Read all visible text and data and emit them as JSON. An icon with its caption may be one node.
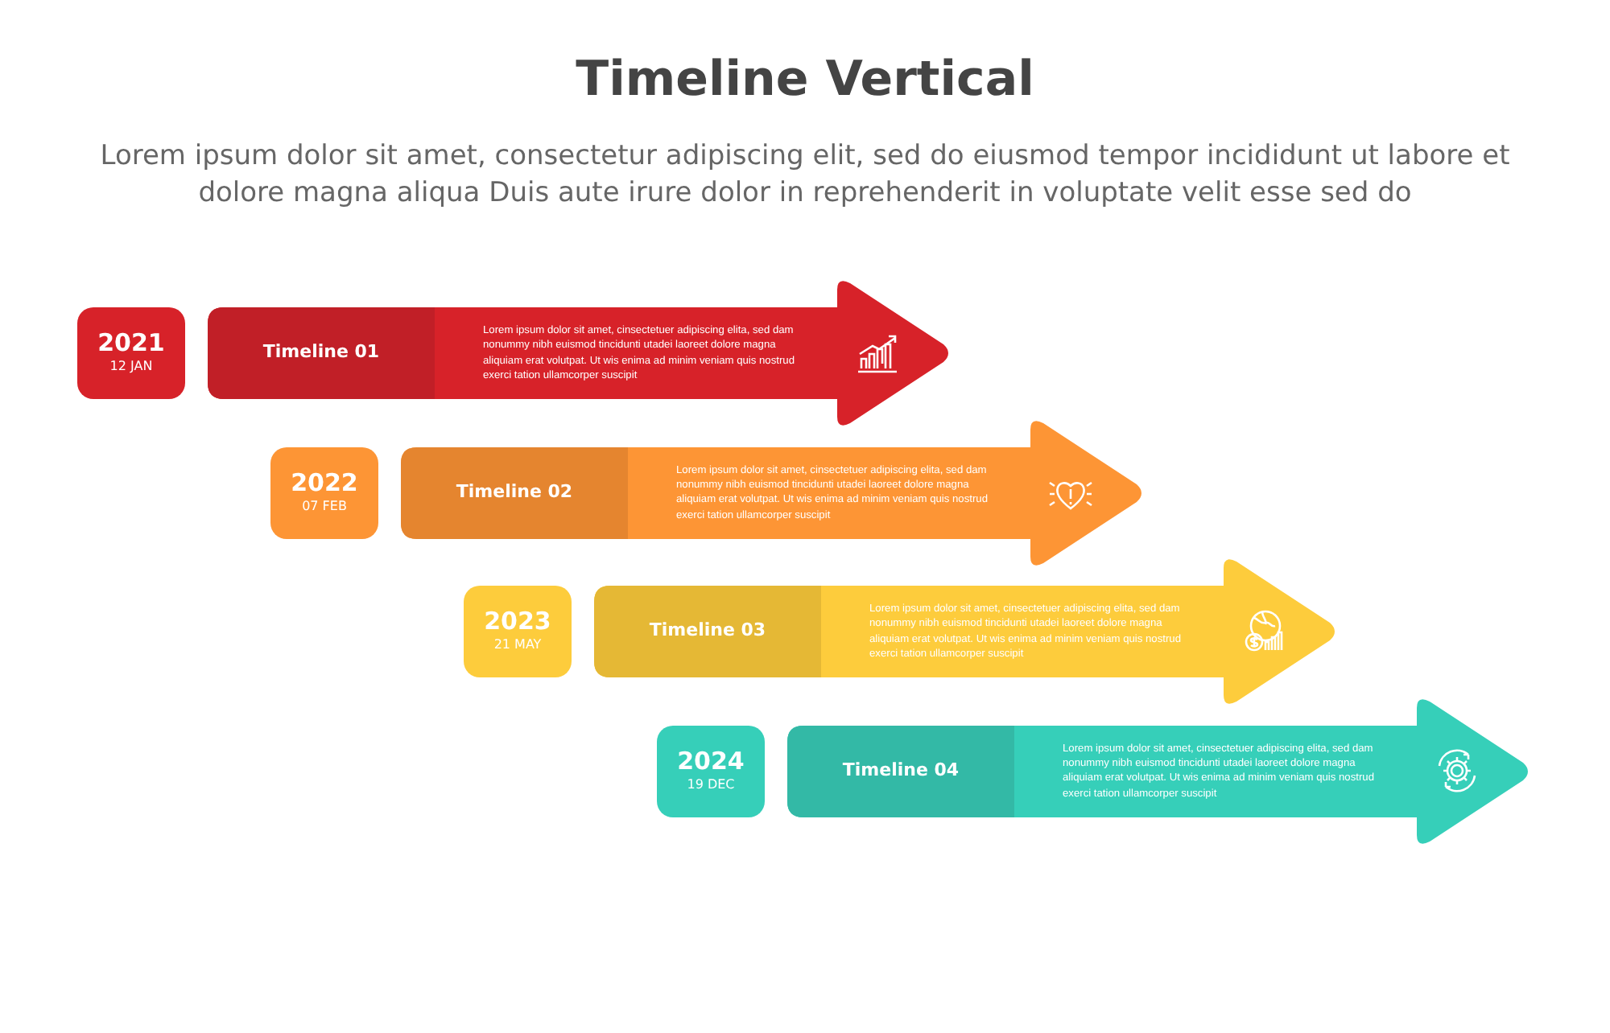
{
  "diagram": {
    "title": "Timeline Vertical",
    "nodes": [
      {
        "text": [
          "2021",
          "12 JAN"
        ]
      },
      {
        "text": [
          "Timeline 01",
          "Lorem ipsum dolor sit amet, cinsectetuer adipiscing elita, sed dam nonummy nibh euismod tincidunti utadei laoreet dolore magna aliquiam erat volutpat. Ut wis enima ad minim veniam quis nostrud exerci tation ullamcorper suscipit"
        ]
      },
      {
        "text": [
          "2022",
          "07 FEB"
        ]
      },
      {
        "text": [
          "Timeline 02",
          "Lorem ipsum dolor sit amet, cinsectetuer adipiscing elita, sed dam nonummy nibh euismod tincidunti utadei laoreet dolore magna aliquiam erat volutpat. Ut wis enima ad minim veniam quis nostrud exerci tation ullamcorper suscipit"
        ]
      },
      {
        "text": [
          "2023",
          "21 MAY"
        ]
      },
      {
        "text": [
          "Timeline 03",
          "Lorem ipsum dolor sit amet, cinsectetuer adipiscing elita, sed dam nonummy nibh euismod tincidunti utadei laoreet dolore magna aliquiam erat volutpat. Ut wis enima ad minim veniam quis nostrud exerci tation ullamcorper suscipit"
        ]
      },
      {
        "text": [
          "2024",
          "19 DEC"
        ]
      },
      {
        "text": [
          "Timeline 04",
          "Lorem ipsum dolor sit amet, cinsectetuer adipiscing elita, sed dam nonummy nibh euismod tincidunti utadei laoreet dolore magna aliquiam erat volutpat. Ut wis enima ad minim veniam quis nostrud exerci tation ullamcorper suscipit"
        ]
      }
    ],
    "labels": [
      "Lorem ipsum dolor sit amet, consectetur adipiscing elit, sed do eiusmod tempor incididunt ut labore et dolore magna aliqua Duis aute irure dolor in reprehenderit in voluptate velit esse sed do"
    ]
  }
}
